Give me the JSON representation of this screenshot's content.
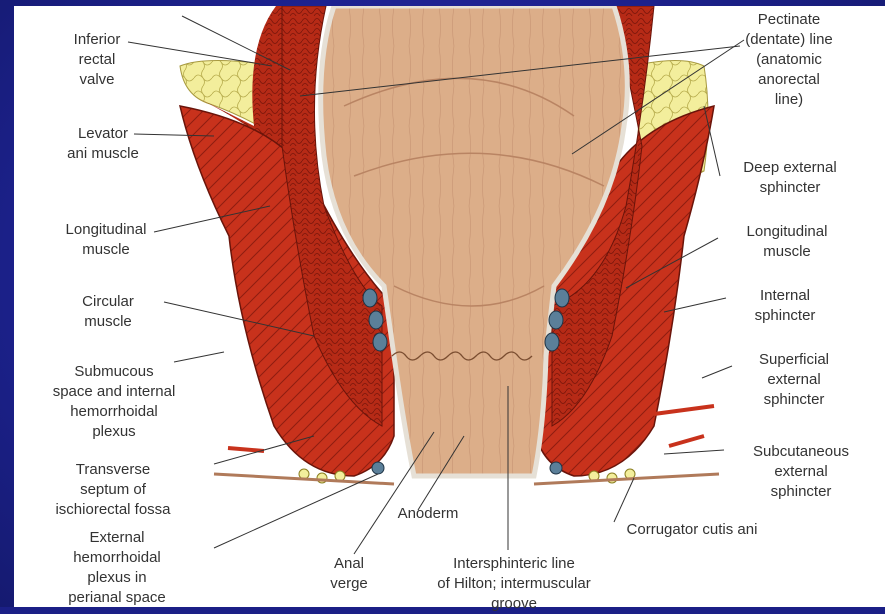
{
  "labels": {
    "inferior_rectal_valve": "Inferior\nrectal\nvalve",
    "levator_ani": "Levator\nani muscle",
    "longitudinal_left": "Longitudinal\nmuscle",
    "circular_muscle": "Circular\nmuscle",
    "submucous_space": "Submucous\nspace and internal\nhemorrhoidal\nplexus",
    "transverse_septum": "Transverse\nseptum of\nischiorectal fossa",
    "external_hemorrhoidal": "External\nhemorrhoidal\nplexus in\nperianal space",
    "anal_verge": "Anal\nverge",
    "anoderm": "Anoderm",
    "intersphincteric": "Intersphinteric line\nof Hilton; intermuscular\ngroove",
    "corrugator": "Corrugator cutis ani",
    "pectinate": "Pectinate\n(dentate) line\n(anatomic\nanorectal\nline)",
    "deep_external": "Deep external\nsphincter",
    "longitudinal_right": "Longitudinal\nmuscle",
    "internal_sphincter": "Internal\nsphincter",
    "superficial_external": "Superficial\nexternal\nsphincter",
    "subcutaneous_external": "Subcutaneous\nexternal\nsphincter"
  },
  "colors": {
    "background": "#1d2290",
    "muscle": "#c8321c",
    "muscle_dark": "#8e1d10",
    "fat": "#f3ee9c",
    "mucosa": "#d9ab86",
    "vessel_blue": "#5b7f99",
    "label_text": "#333333"
  }
}
